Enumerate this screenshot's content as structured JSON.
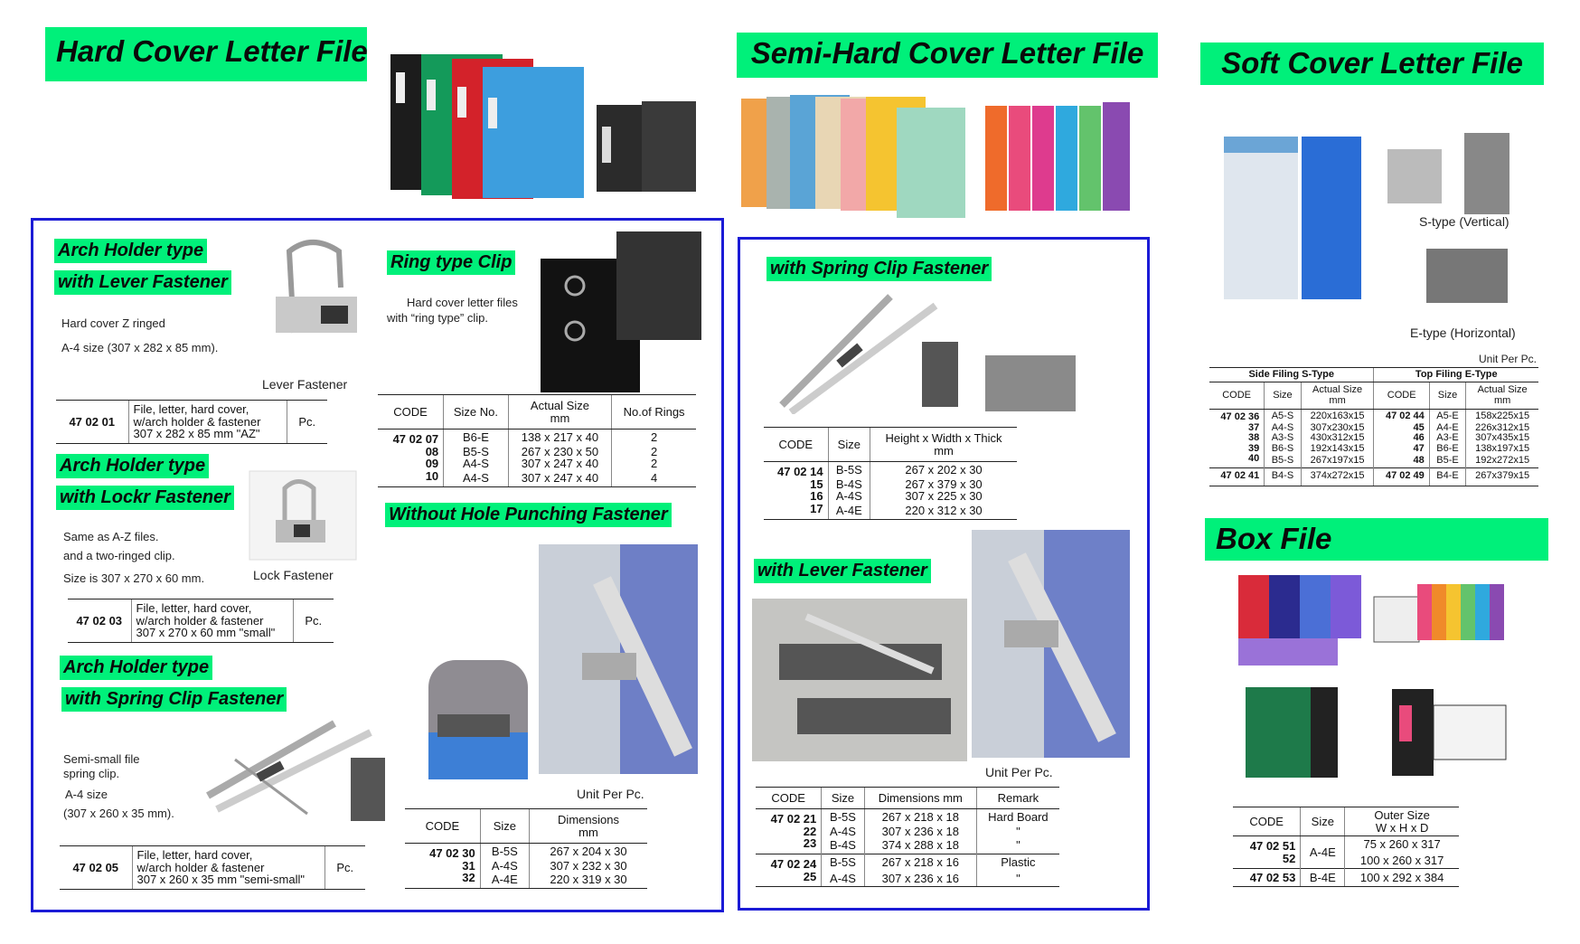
{
  "titles": {
    "hard": "Hard Cover Letter File",
    "semi": "Semi-Hard Cover Letter File",
    "soft": "Soft Cover Letter File",
    "box": "Box File"
  },
  "hard": {
    "arch_lever": {
      "l1": "Arch Holder type",
      "l2": "with Lever Fastener",
      "d1": "Hard  cover  Z  ringed",
      "d2": "A-4  size (307 x 282 x 85 mm).",
      "cap": "Lever Fastener",
      "row": {
        "code": "47 02 01",
        "d1": "File, letter, hard cover,",
        "d2": "w/arch holder & fastener",
        "d3": "307 x 282 x 85 mm \"AZ\"",
        "unit": "Pc."
      }
    },
    "arch_lock": {
      "l1": "Arch Holder type",
      "l2": "with Lockr Fastener",
      "d1": "Same  as  A-Z  files.",
      "d2": "and a two-ringed clip.",
      "d3": "Size is 307 x 270 x 60 mm.",
      "cap": "Lock Fastener",
      "row": {
        "code": "47 02 03",
        "d1": "File, letter, hard cover,",
        "d2": "w/arch holder & fastener",
        "d3": "307 x 270 x 60 mm \"small\"",
        "unit": "Pc."
      }
    },
    "arch_spring": {
      "l1": "Arch Holder type",
      "l2": "with Spring Clip Fastener",
      "d1": "Semi-small  file",
      "d2": "spring  clip.",
      "d3": "A-4 size",
      "d4": "(307 x 260 x 35 mm).",
      "row": {
        "code": "47 02 05",
        "d1": "File, letter, hard cover,",
        "d2": "w/arch holder & fastener",
        "d3": "307 x 260 x 35 mm \"semi-small\"",
        "unit": "Pc."
      }
    },
    "ring": {
      "title": "Ring type Clip",
      "d1": "Hard cover letter files",
      "d2": "with “ring type” clip.",
      "headers": {
        "code": "CODE",
        "size": "Size No.",
        "act1": "Actual Size",
        "act2": "mm",
        "rings": "No.of Rings"
      },
      "rows": [
        {
          "code": "47 02 07",
          "size": "B6-E",
          "dim": "138 x 217 x 40",
          "rings": "2"
        },
        {
          "code": "08",
          "size": "B5-S",
          "dim": "267 x 230 x 50",
          "rings": "2"
        },
        {
          "code": "09",
          "size": "A4-S",
          "dim": "307 x 247 x 40",
          "rings": "2"
        },
        {
          "code": "10",
          "size": "A4-S",
          "dim": "307 x 247 x 40",
          "rings": "4"
        }
      ]
    },
    "nohole": {
      "title": "Without Hole Punching Fastener",
      "unit": "Unit Per Pc.",
      "headers": {
        "code": "CODE",
        "size": "Size",
        "dim1": "Dimensions",
        "dim2": "mm"
      },
      "rows": [
        {
          "code": "47 02 30",
          "size": "B-5S",
          "dim": "267  x  204  x  30"
        },
        {
          "code": "31",
          "size": "A-4S",
          "dim": "307  x  232  x  30"
        },
        {
          "code": "32",
          "size": "A-4E",
          "dim": "220  x  319  x  30"
        }
      ]
    }
  },
  "semi": {
    "spring": {
      "title": "with Spring Clip Fastener",
      "headers": {
        "code": "CODE",
        "size": "Size",
        "hw1": "Height x Width x Thick",
        "hw2": "mm"
      },
      "rows": [
        {
          "code": "47 02 14",
          "size": "B-5S",
          "dim": "267  x  202  x  30"
        },
        {
          "code": "15",
          "size": "B-4S",
          "dim": "267  x  379  x  30"
        },
        {
          "code": "16",
          "size": "A-4S",
          "dim": "307  x  225  x  30"
        },
        {
          "code": "17",
          "size": "A-4E",
          "dim": "220  x  312  x  30"
        }
      ]
    },
    "lever": {
      "title": "with Lever Fastener",
      "unit": "Unit Per Pc.",
      "headers": {
        "code": "CODE",
        "size": "Size",
        "dim": "Dimensions mm",
        "remark": "Remark"
      },
      "rows": [
        {
          "code": "47 02 21",
          "size": "B-5S",
          "dim": "267 x 218 x 18",
          "remark": "Hard Board"
        },
        {
          "code": "22",
          "size": "A-4S",
          "dim": "307 x 236 x 18",
          "remark": "\""
        },
        {
          "code": "23",
          "size": "B-4S",
          "dim": "374 x 288 x 18",
          "remark": "\""
        },
        {
          "code": "47 02 24",
          "size": "B-5S",
          "dim": "267 x 218 x 16",
          "remark": "Plastic"
        },
        {
          "code": "25",
          "size": "A-4S",
          "dim": "307 x 236 x 16",
          "remark": "\""
        }
      ]
    }
  },
  "soft": {
    "cap_s": "S-type (Vertical)",
    "cap_e": "E-type (Horizontal)",
    "unit": "Unit Per Pc.",
    "group_s": "Side Filing S-Type",
    "group_e": "Top Filing E-Type",
    "headers": {
      "code": "CODE",
      "size": "Size",
      "act1": "Actual Size",
      "act2": "mm"
    },
    "rows": [
      {
        "c1": "47 02 36",
        "s1": "A5-S",
        "d1": "220x163x15",
        "c2": "47 02 44",
        "s2": "A5-E",
        "d2": "158x225x15"
      },
      {
        "c1": "37",
        "s1": "A4-S",
        "d1": "307x230x15",
        "c2": "45",
        "s2": "A4-E",
        "d2": "226x312x15"
      },
      {
        "c1": "38",
        "s1": "A3-S",
        "d1": "430x312x15",
        "c2": "46",
        "s2": "A3-E",
        "d2": "307x435x15"
      },
      {
        "c1": "39",
        "s1": "B6-S",
        "d1": "192x143x15",
        "c2": "47",
        "s2": "B6-E",
        "d2": "138x197x15"
      },
      {
        "c1": "40",
        "s1": "B5-S",
        "d1": "267x197x15",
        "c2": "48",
        "s2": "B5-E",
        "d2": "192x272x15"
      },
      {
        "c1": "47 02 41",
        "s1": "B4-S",
        "d1": "374x272x15",
        "c2": "47 02 49",
        "s2": "B4-E",
        "d2": "267x379x15"
      }
    ]
  },
  "box": {
    "headers": {
      "code": "CODE",
      "size": "Size",
      "o1": "Outer Size",
      "o2": "W x H x D"
    },
    "rows": [
      {
        "code": "47 02 51",
        "size": "A-4E",
        "dim": "75 x 260 x 317"
      },
      {
        "code": "52",
        "size": "",
        "dim": "100 x 260 x 317"
      },
      {
        "code": "47 02 53",
        "size": "B-4E",
        "dim": "100 x 292 x 384"
      }
    ]
  }
}
